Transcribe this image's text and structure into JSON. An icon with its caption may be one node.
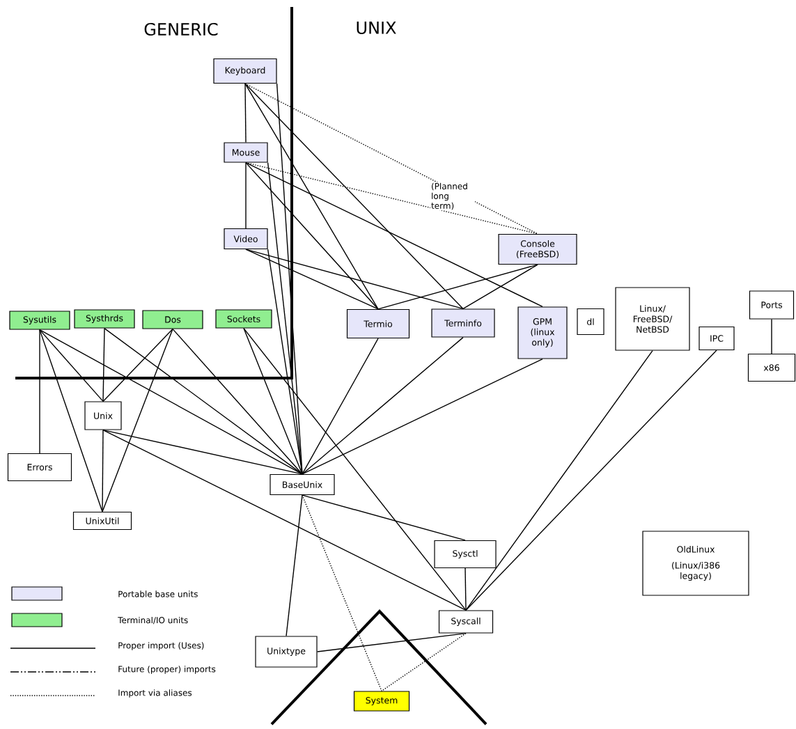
{
  "diagram": {
    "nodes": [
      {
        "text": [
          "Keyboard"
        ]
      },
      {
        "text": [
          "Mouse"
        ]
      },
      {
        "text": [
          "Video"
        ]
      },
      {
        "text": [
          "Console (FreeBSD)"
        ]
      },
      {
        "text": [
          "Termio"
        ]
      },
      {
        "text": [
          "Terminfo"
        ]
      },
      {
        "text": [
          "GPM (linux only)"
        ]
      },
      {
        "text": [
          "dl"
        ]
      },
      {
        "text": [
          "Linux/ FreeBSD/ NetBSD"
        ]
      },
      {
        "text": [
          "IPC"
        ]
      },
      {
        "text": [
          "Ports"
        ]
      },
      {
        "text": [
          "x86"
        ]
      },
      {
        "text": [
          "Sysutils"
        ]
      },
      {
        "text": [
          "Systhrds"
        ]
      },
      {
        "text": [
          "Dos"
        ]
      },
      {
        "text": [
          "Sockets"
        ]
      },
      {
        "text": [
          "Unix"
        ]
      },
      {
        "text": [
          "Errors"
        ]
      },
      {
        "text": [
          "UnixUtil"
        ]
      },
      {
        "text": [
          "BaseUnix"
        ]
      },
      {
        "text": [
          "Sysctl"
        ]
      },
      {
        "text": [
          "OldLinux",
          "(Linux/i386 legacy)"
        ]
      },
      {
        "text": [
          "Syscall"
        ]
      },
      {
        "text": [
          "Unixtype"
        ]
      },
      {
        "text": [
          "System"
        ]
      }
    ],
    "edges": [
      {
        "from": 0,
        "to": 1,
        "arrow": "none"
      },
      {
        "from": 0,
        "to": 19,
        "arrow": "none"
      },
      {
        "from": 0,
        "to": 4,
        "arrow": "none"
      },
      {
        "from": 0,
        "to": 5,
        "arrow": "none"
      },
      {
        "from": 0,
        "to": 3,
        "arrow": "none",
        "style": "dashed"
      },
      {
        "from": 1,
        "to": 2,
        "arrow": "none"
      },
      {
        "from": 1,
        "to": 19,
        "arrow": "none"
      },
      {
        "from": 1,
        "to": 4,
        "arrow": "none"
      },
      {
        "from": 1,
        "to": 6,
        "arrow": "none"
      },
      {
        "from": 1,
        "to": 3,
        "arrow": "none",
        "style": "dashed"
      },
      {
        "from": 2,
        "to": 19,
        "arrow": "none"
      },
      {
        "from": 2,
        "to": 4,
        "arrow": "none"
      },
      {
        "from": 2,
        "to": 5,
        "arrow": "none"
      },
      {
        "from": 3,
        "to": 4,
        "arrow": "none"
      },
      {
        "from": 3,
        "to": 5,
        "arrow": "none"
      },
      {
        "from": 4,
        "to": 19,
        "arrow": "none"
      },
      {
        "from": 5,
        "to": 19,
        "arrow": "none"
      },
      {
        "from": 6,
        "to": 19,
        "arrow": "none"
      },
      {
        "from": 12,
        "to": 17,
        "arrow": "none"
      },
      {
        "from": 12,
        "to": 16,
        "arrow": "none"
      },
      {
        "from": 12,
        "to": 18,
        "arrow": "none"
      },
      {
        "from": 12,
        "to": 19,
        "arrow": "none"
      },
      {
        "from": 13,
        "to": 16,
        "arrow": "none"
      },
      {
        "from": 13,
        "to": 19,
        "arrow": "none"
      },
      {
        "from": 14,
        "to": 16,
        "arrow": "none"
      },
      {
        "from": 14,
        "to": 18,
        "arrow": "none"
      },
      {
        "from": 14,
        "to": 19,
        "arrow": "none"
      },
      {
        "from": 15,
        "to": 19,
        "arrow": "none"
      },
      {
        "from": 15,
        "to": 22,
        "arrow": "none"
      },
      {
        "from": 16,
        "to": 18,
        "arrow": "none"
      },
      {
        "from": 16,
        "to": 19,
        "arrow": "none"
      },
      {
        "from": 16,
        "to": 22,
        "arrow": "none"
      },
      {
        "from": 19,
        "to": 20,
        "arrow": "none"
      },
      {
        "from": 19,
        "to": 23,
        "arrow": "none"
      },
      {
        "from": 19,
        "to": 24,
        "arrow": "none",
        "style": "dashed"
      },
      {
        "from": 20,
        "to": 22,
        "arrow": "none"
      },
      {
        "from": 22,
        "to": 23,
        "arrow": "none"
      },
      {
        "from": 22,
        "to": 24,
        "arrow": "none",
        "style": "dashed"
      },
      {
        "from": 8,
        "to": 22,
        "arrow": "none"
      },
      {
        "from": 9,
        "to": 22,
        "arrow": "none"
      },
      {
        "from": 10,
        "to": 11,
        "arrow": "none"
      }
    ],
    "labels": [
      "GENERIC",
      "UNIX",
      "(Planned long term)"
    ],
    "legend": [
      {
        "text": "Portable base units",
        "color": "#e6e6fa"
      },
      {
        "text": "Terminal/IO units",
        "color": "#90ee90"
      },
      {
        "text": "Proper import (Uses)"
      },
      {
        "text": "Future (proper) imports"
      },
      {
        "text": "Import via aliases"
      }
    ]
  }
}
